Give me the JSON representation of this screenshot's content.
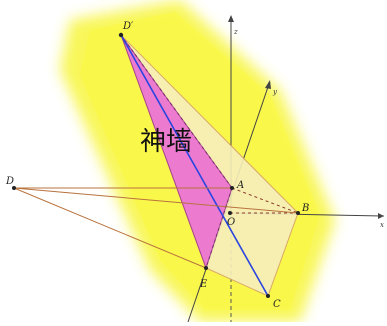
{
  "figure": {
    "title_text": "神墙",
    "points": {
      "D_prime": "D′",
      "D": "D",
      "A": "A",
      "O": "O",
      "B": "B",
      "E": "E",
      "C": "C"
    },
    "axes": {
      "z": "z",
      "y": "y",
      "x": "x"
    },
    "colors": {
      "glow": "#f7f53a",
      "triangle_fill": "#ec6fd4",
      "plane_fill": "#f6efbd",
      "plane_edge": "#d6a06a",
      "diagonal": "#2a45e0",
      "projection_lines": "#b9723d",
      "axes": "#444444"
    }
  }
}
